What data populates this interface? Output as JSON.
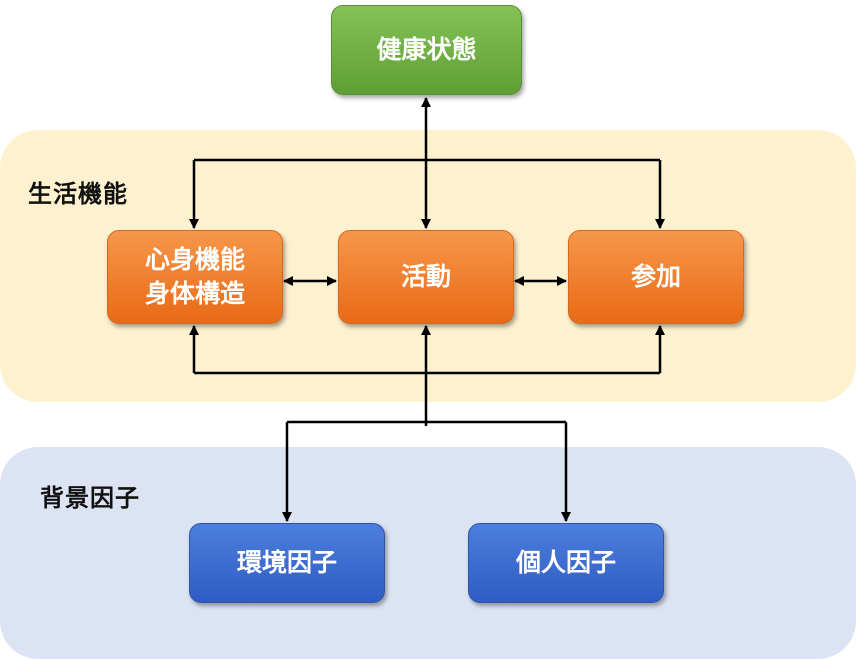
{
  "sections": {
    "functioning": "生活機能",
    "contextual_factors": "背景因子"
  },
  "nodes": {
    "health_condition": "健康状態",
    "body_functions": "心身機能\n身体構造",
    "activity": "活動",
    "participation": "参加",
    "environmental_factors": "環境因子",
    "personal_factors": "個人因子"
  },
  "colors": {
    "health_condition": "#6aad3f",
    "functioning_nodes": "#f07a26",
    "context_nodes": "#3a69d0",
    "functioning_band": "#fdf1cf",
    "context_band": "#dce3f3",
    "arrow": "#000000"
  }
}
